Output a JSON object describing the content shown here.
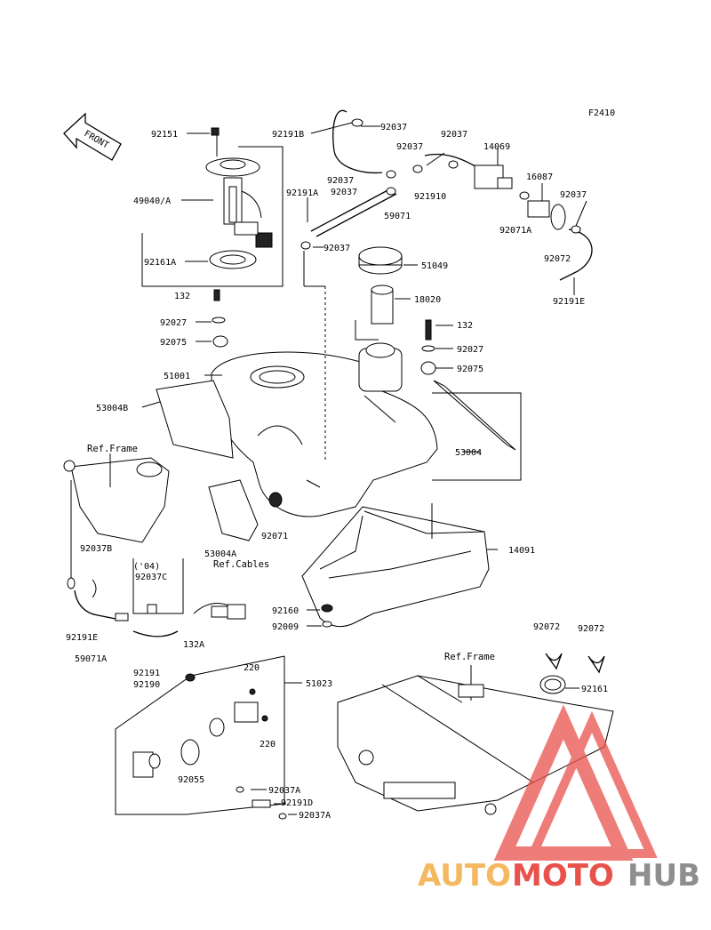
{
  "figure_code": "F2410",
  "front_marker": "FRONT",
  "reference_notes": {
    "frame_upper": "Ref.Frame",
    "frame_lower": "Ref.Frame",
    "cables": "Ref.Cables",
    "year_note": "('04)"
  },
  "part_labels": {
    "p92151": "92151",
    "p49040A": "49040/A",
    "p92161A": "92161A",
    "p132": "132",
    "p92027_l": "92027",
    "p92075_l": "92075",
    "p51001": "51001",
    "p53004B": "53004B",
    "p92191B": "92191B",
    "p92037_a": "92037",
    "p92037_b": "92037",
    "p92037_c": "92037",
    "p14069": "14069",
    "p92037_d": "92037",
    "p92037_e": "92037",
    "p92191O": "921910",
    "p16087": "16087",
    "p92037_f": "92037",
    "p92191A": "92191A",
    "p59071": "59071",
    "p92071A": "92071A",
    "p92037_g": "92037",
    "p92072_top": "92072",
    "p51049": "51049",
    "p92191E_r": "92191E",
    "p18020": "18020",
    "p132_r": "132",
    "p92027_r": "92027",
    "p92075_r": "92075",
    "p53004": "53004",
    "p92037B": "92037B",
    "p92037C": "92037C",
    "p53004A": "53004A",
    "p92071": "92071",
    "p14091": "14091",
    "p92160": "92160",
    "p92009": "92009",
    "p92191E_l": "92191E",
    "p59071A": "59071A",
    "p92191": "92191",
    "p92190": "92190",
    "p132A": "132A",
    "p220_a": "220",
    "p51023": "51023",
    "p220_b": "220",
    "p92055": "92055",
    "p92037A_a": "92037A",
    "p92191D": "92191D",
    "p92037A_b": "92037A",
    "p92072_a": "92072",
    "p92072_b": "92072",
    "p92161": "92161"
  },
  "watermark": {
    "part1": "AUTO",
    "part2": "MOTO",
    "part3": "HUB",
    "colors": {
      "auto": "#f4b860",
      "moto": "#e9514b",
      "hub": "#8e8e8e",
      "triangle": "#e9514b"
    }
  }
}
